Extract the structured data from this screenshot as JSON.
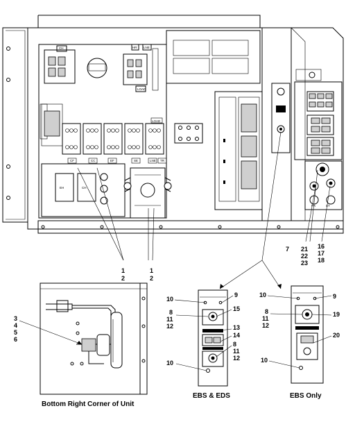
{
  "labels": {
    "dev": {
      "ch": "CH",
      "hr": "HR",
      "lne": "LNE",
      "load": "LOAD",
      "load2": "LOAD",
      "cf": "CF",
      "cc": "CC",
      "ef": "EF",
      "se": "SE",
      "fr": "FR",
      "lne2": "LNE",
      "tr": "TR",
      "eh": "EH",
      "ehc": "CH",
      "st": "ST"
    },
    "callouts": {
      "c1a": "1",
      "c2a": "2",
      "c1b": "1",
      "c2b": "2",
      "c7": "7",
      "c21": "21",
      "c22": "22",
      "c23": "23",
      "c16": "16",
      "c17": "17",
      "c18": "18",
      "c3": "3",
      "c4": "4",
      "c5": "5",
      "c6": "6",
      "m10a": "10",
      "m9": "9",
      "m8": "8",
      "m11a": "11",
      "m12a": "12",
      "m15": "15",
      "m13": "13",
      "m14": "14",
      "m8b": "8",
      "m11b": "11",
      "m12b": "12",
      "m10b": "10",
      "r10a": "10",
      "r9": "9",
      "r8": "8",
      "r11": "11",
      "r12": "12",
      "r19": "19",
      "r20": "20",
      "r10b": "10"
    },
    "captions": {
      "bottom_right": "Bottom Right Corner of Unit",
      "ebs_eds": "EBS & EDS",
      "ebs_only": "EBS Only"
    }
  }
}
